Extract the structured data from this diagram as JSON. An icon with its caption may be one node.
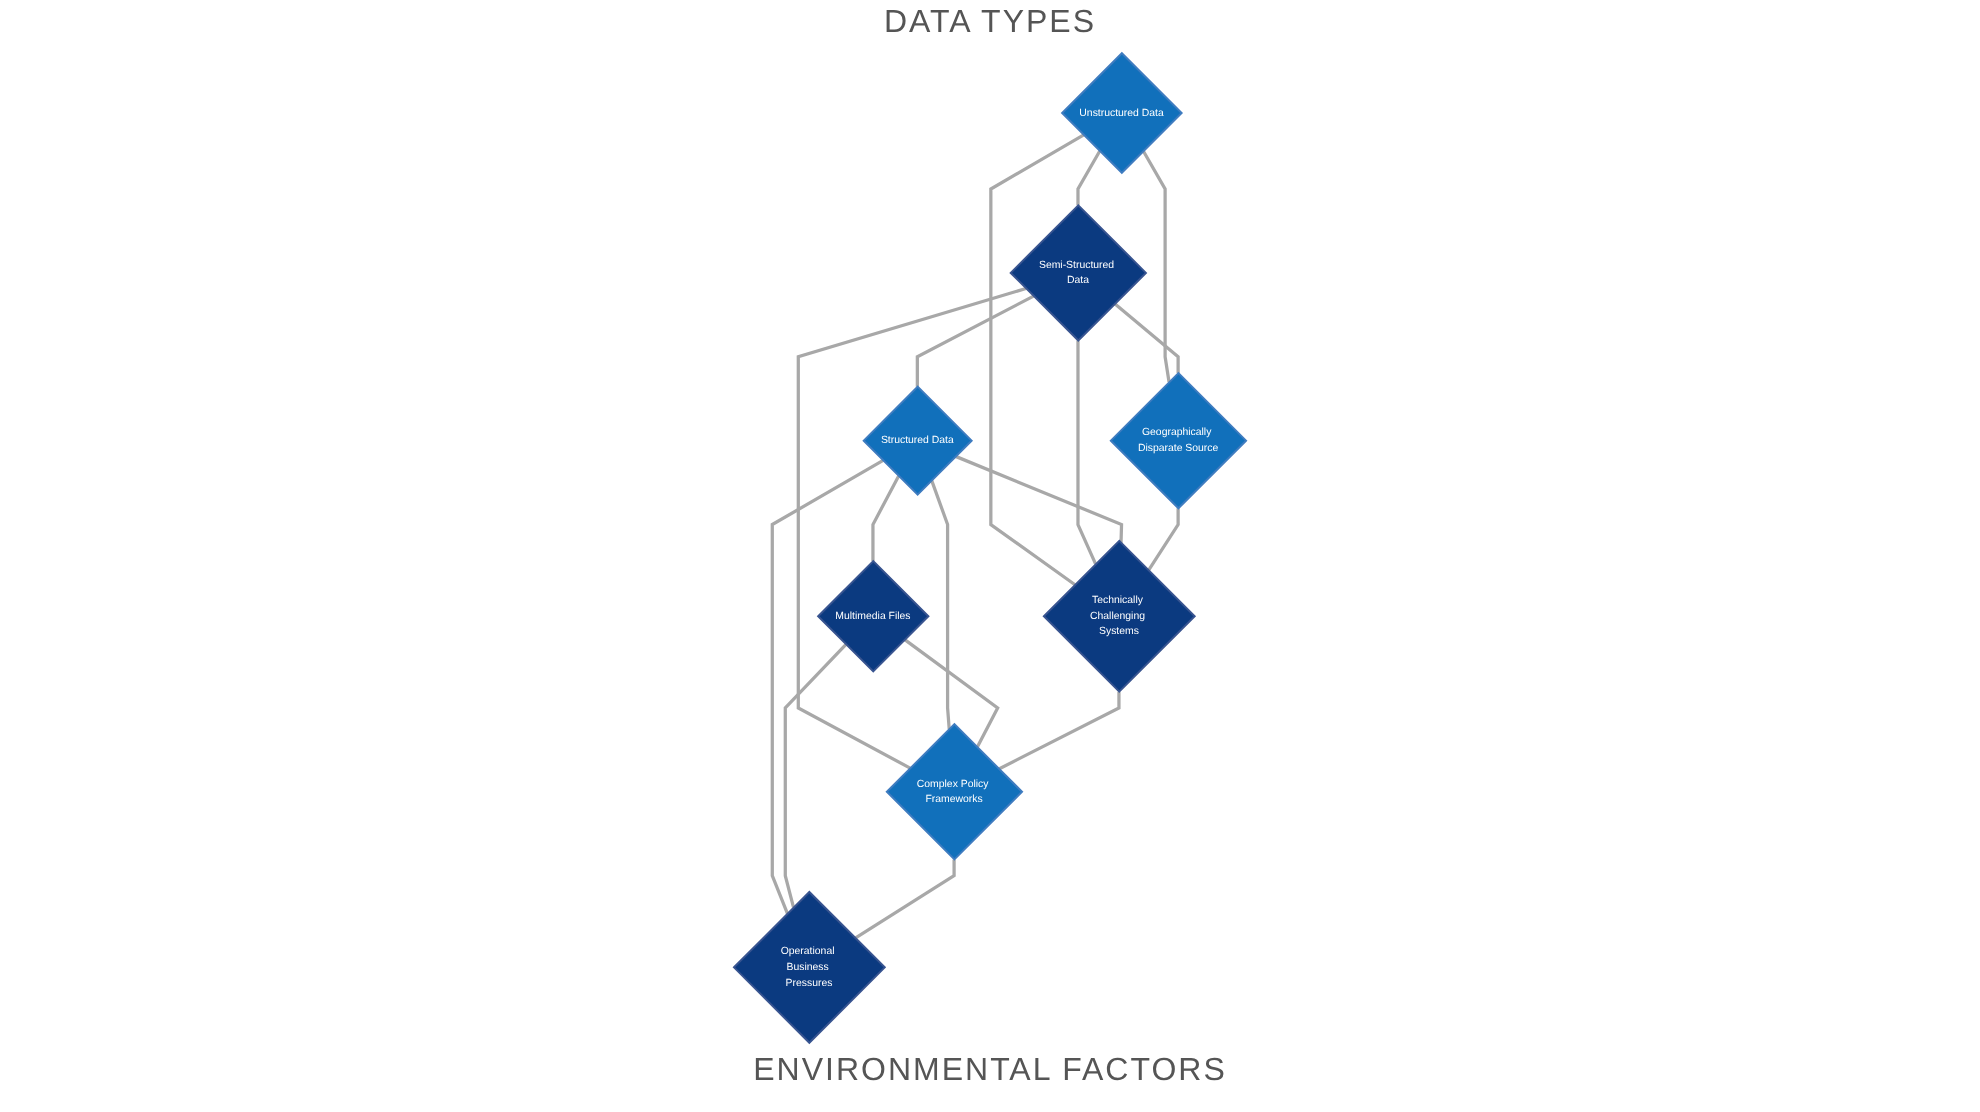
{
  "diagram": {
    "nodes": [
      {
        "text": [
          "Unstructured Data"
        ]
      },
      {
        "text": [
          "Semi-Structured Data"
        ]
      },
      {
        "text": [
          "Structured Data"
        ]
      },
      {
        "text": [
          "Multimedia Files"
        ]
      },
      {
        "text": [
          "Geographically Disparate Source"
        ]
      },
      {
        "text": [
          "Technically Challenging Systems"
        ]
      },
      {
        "text": [
          "Complex Policy Frameworks"
        ]
      },
      {
        "text": [
          "Operational Business Pressures"
        ]
      }
    ],
    "edges": [
      {
        "from": 0,
        "to": 1,
        "arrow": "none"
      },
      {
        "from": 1,
        "to": 2,
        "arrow": "none"
      },
      {
        "from": 2,
        "to": 3,
        "arrow": "none"
      },
      {
        "from": 0,
        "to": 4,
        "arrow": "none"
      },
      {
        "from": 0,
        "to": 5,
        "arrow": "none"
      },
      {
        "from": 1,
        "to": 4,
        "arrow": "none"
      },
      {
        "from": 1,
        "to": 5,
        "arrow": "none"
      },
      {
        "from": 1,
        "to": 6,
        "arrow": "none"
      },
      {
        "from": 2,
        "to": 5,
        "arrow": "none"
      },
      {
        "from": 2,
        "to": 6,
        "arrow": "none"
      },
      {
        "from": 2,
        "to": 7,
        "arrow": "none"
      },
      {
        "from": 3,
        "to": 6,
        "arrow": "none"
      },
      {
        "from": 3,
        "to": 7,
        "arrow": "none"
      },
      {
        "from": 4,
        "to": 5,
        "arrow": "none"
      },
      {
        "from": 5,
        "to": 6,
        "arrow": "none"
      },
      {
        "from": 6,
        "to": 7,
        "arrow": "none"
      }
    ],
    "labels": [
      "DATA TYPES",
      "ENVIRONMENTAL FACTORS"
    ]
  }
}
